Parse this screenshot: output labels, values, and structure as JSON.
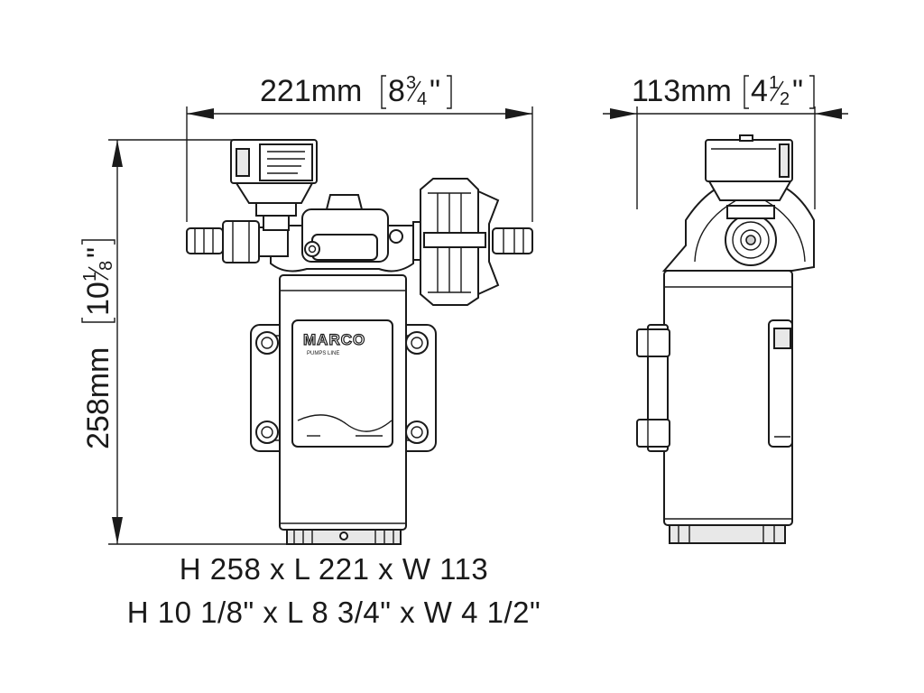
{
  "dimensions": {
    "length": {
      "metric": "221mm",
      "imperial_whole": "8",
      "imperial_num": "3",
      "imperial_den": "4",
      "inch_mark": "\""
    },
    "width": {
      "metric": "113mm",
      "imperial_whole": "4",
      "imperial_num": "1",
      "imperial_den": "2",
      "inch_mark": "\""
    },
    "height": {
      "metric": "258mm",
      "imperial_whole": "10",
      "imperial_num": "1",
      "imperial_den": "8",
      "inch_mark": "\""
    }
  },
  "captions": {
    "metric": "H 258 x L 221 x W 113",
    "imperial": "H 10 1/8\" x L 8 3/4\" x W 4 1/2\""
  },
  "brand": {
    "logo_text": "MARCO",
    "logo_subtext": "PUMPS LINE"
  }
}
